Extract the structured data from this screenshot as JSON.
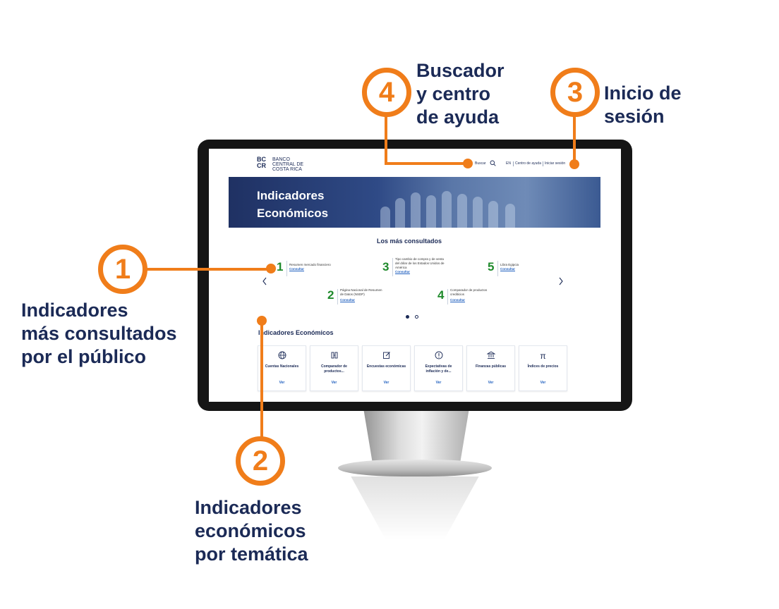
{
  "annotations": [
    {
      "number": "1",
      "lines": [
        "Indicadores",
        "más consultados",
        "por el público"
      ]
    },
    {
      "number": "2",
      "lines": [
        "Indicadores",
        "económicos",
        "por temática"
      ]
    },
    {
      "number": "3",
      "lines": [
        "Inicio de",
        "sesión"
      ]
    },
    {
      "number": "4",
      "lines": [
        "Buscador",
        "y centro",
        "de ayuda"
      ]
    }
  ],
  "accent_color": "#f07d1a",
  "navy_color": "#1b2a56",
  "site": {
    "logo_lines": [
      "BANCO",
      "CENTRAL DE",
      "COSTA RICA"
    ],
    "logo_mark": "BC CR",
    "search_label": "Buscar",
    "search_icon": "search-icon",
    "nav": {
      "lang": "EN",
      "help": "Centro de ayuda",
      "login": "Iniciar sesión"
    },
    "hero_title_lines": [
      "Indicadores",
      "Económicos"
    ],
    "most_consulted": {
      "title": "Los más consultados",
      "items": [
        {
          "rank": "1",
          "text": "Resumen mercado financiero",
          "link": "Consultar"
        },
        {
          "rank": "3",
          "text": "Tipo cambio de compra y de venta del dólar de los Estados Unidos de América",
          "link": "Consultar"
        },
        {
          "rank": "5",
          "text": "Libra Egipcia",
          "link": "Consultar"
        },
        {
          "rank": "2",
          "text": "Página Nacional de Resumen de Datos (NSDP)",
          "link": "Consultar"
        },
        {
          "rank": "4",
          "text": "Comparador de productos crediticios",
          "link": "Consultar"
        }
      ],
      "prev_icon": "chevron-left-icon",
      "next_icon": "chevron-right-icon"
    },
    "indicators": {
      "title": "Indicadores Económicos",
      "cards": [
        {
          "icon": "globe-icon",
          "label": "Cuentas Nacionales",
          "link": "Ver"
        },
        {
          "icon": "compare-icon",
          "label": "Comparador de productos...",
          "link": "Ver"
        },
        {
          "icon": "edit-icon",
          "label": "Encuestas económicas",
          "link": "Ver"
        },
        {
          "icon": "alert-icon",
          "label": "Expectativas de inflación y de...",
          "link": "Ver"
        },
        {
          "icon": "bank-icon",
          "label": "Finanzas públicas",
          "link": "Ver"
        },
        {
          "icon": "pi-icon",
          "label": "Índices de precios",
          "link": "Ver"
        }
      ]
    }
  }
}
